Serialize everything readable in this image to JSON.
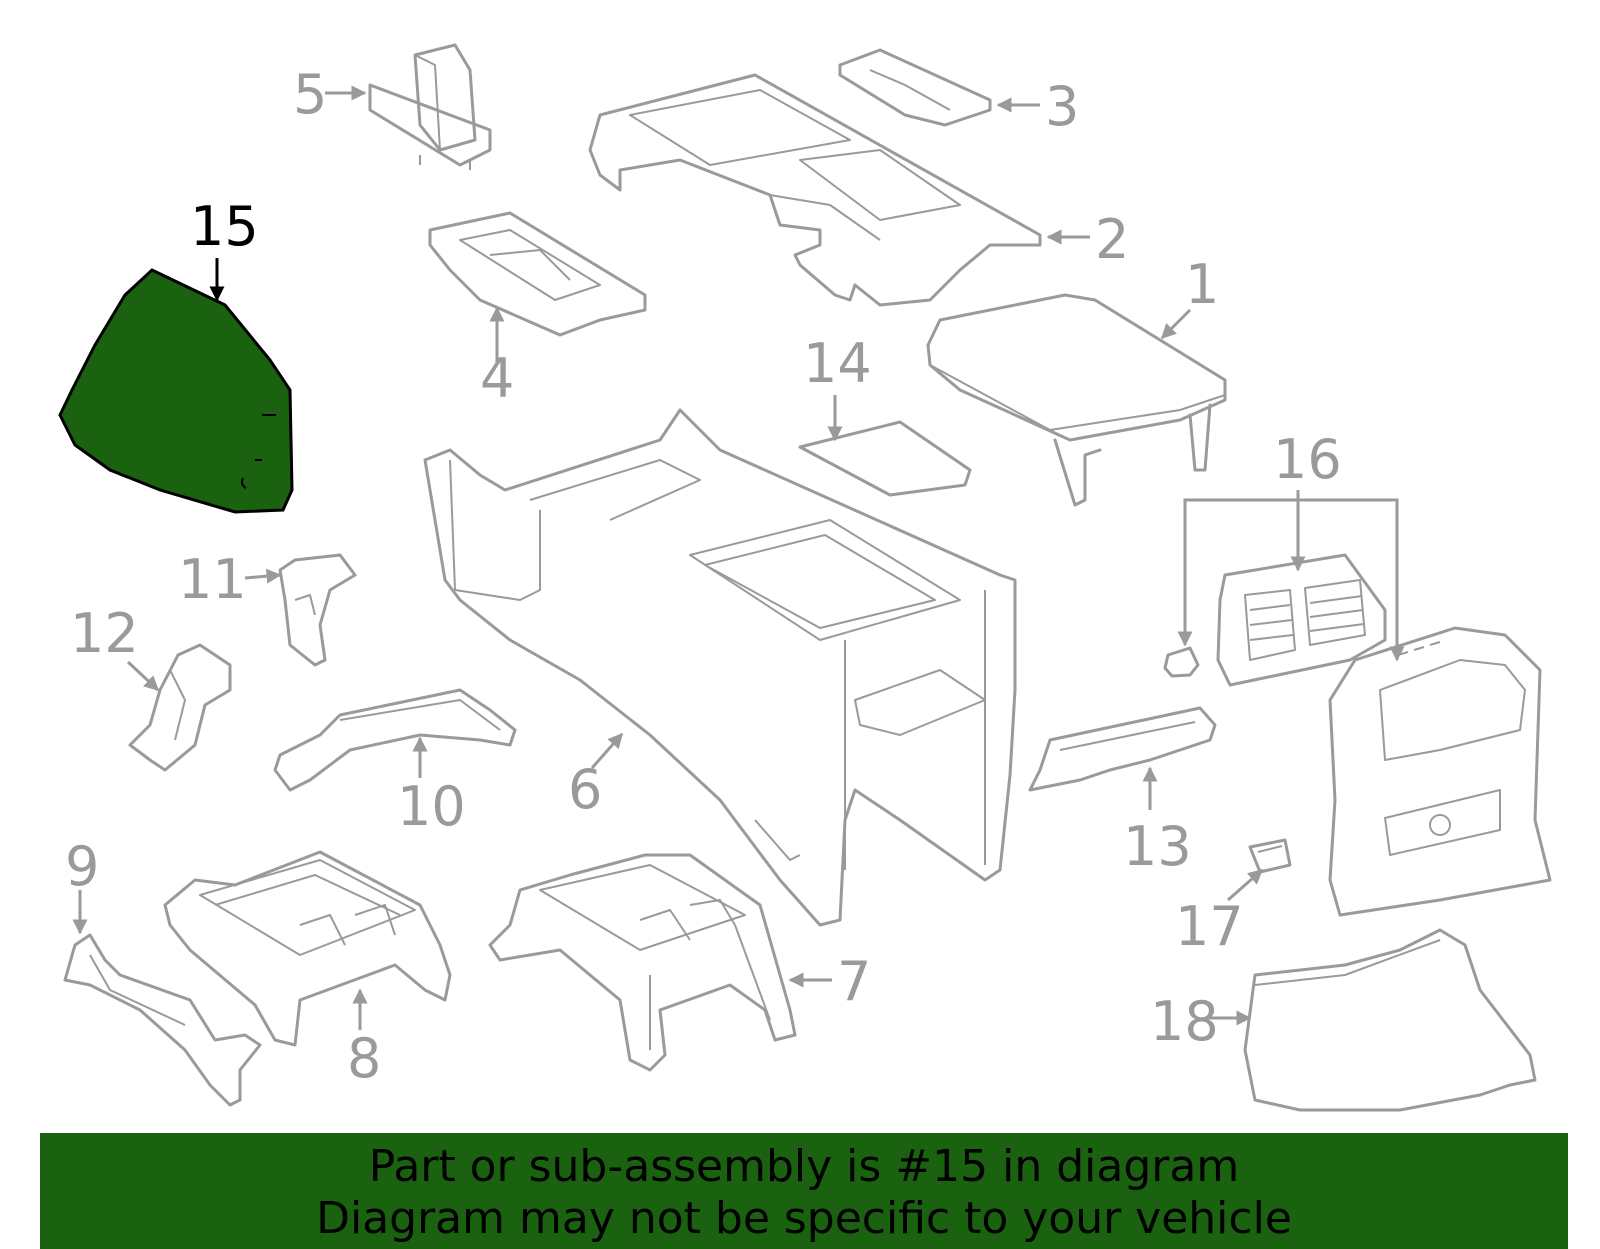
{
  "highlight_color": "#1a6210",
  "line_color": "#9a9a9a",
  "highlighted_part": "15",
  "callouts": {
    "c1": "1",
    "c2": "2",
    "c3": "3",
    "c4": "4",
    "c5": "5",
    "c6": "6",
    "c7": "7",
    "c8": "8",
    "c9": "9",
    "c10": "10",
    "c11": "11",
    "c12": "12",
    "c13": "13",
    "c14": "14",
    "c15": "15",
    "c16": "16",
    "c17": "17",
    "c18": "18"
  },
  "banner": {
    "line1": "Part or sub-assembly is #15 in diagram",
    "line2": "Diagram may not be specific to your vehicle"
  }
}
